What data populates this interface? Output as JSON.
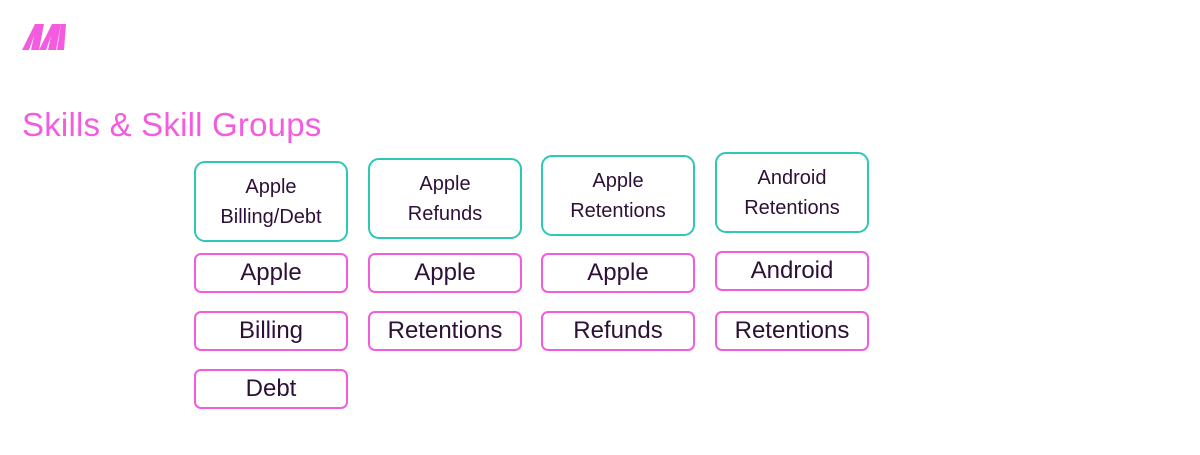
{
  "header": {
    "title": "Skills & Skill Groups",
    "logo_icon": "m-logo-icon",
    "brand_color": "#f45ce0"
  },
  "columns": [
    {
      "group": "Apple\nBilling/Debt",
      "skills": [
        "Apple",
        "Billing",
        "Debt"
      ]
    },
    {
      "group": "Apple\nRefunds",
      "skills": [
        "Apple",
        "Retentions"
      ]
    },
    {
      "group": "Apple\nRetentions",
      "skills": [
        "Apple",
        "Refunds"
      ]
    },
    {
      "group": "Android\nRetentions",
      "skills": [
        "Android",
        "Retentions"
      ]
    }
  ],
  "colors": {
    "group_border": "#2ec8b4",
    "skill_border": "#f45ce0",
    "text": "#2d1036"
  }
}
